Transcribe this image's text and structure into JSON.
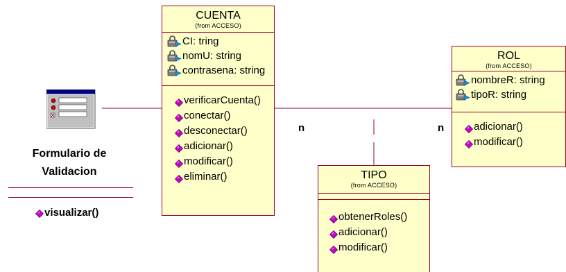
{
  "classes": {
    "cuenta": {
      "name": "CUENTA",
      "stereotype": "(from ACCESO)",
      "attributes": [
        "CI: tring",
        "nomU: string",
        "contrasena: string"
      ],
      "operations": [
        "verificarCuenta()",
        "conectar()",
        "desconectar()",
        "adicionar()",
        "modificar()",
        "eliminar()"
      ]
    },
    "rol": {
      "name": "ROL",
      "stereotype": "(from ACCESO)",
      "attributes": [
        "nombreR: string",
        "tipoR: string"
      ],
      "operations": [
        "adicionar()",
        "modificar()"
      ]
    },
    "tipo": {
      "name": "TIPO",
      "stereotype": "(from ACCESO)",
      "attributes": [],
      "operations": [
        "obtenerRoles()",
        "adicionar()",
        "modificar()"
      ]
    }
  },
  "boundary": {
    "name_line1": "Formulario de",
    "name_line2": "Validacion",
    "operations": [
      "visualizar()"
    ]
  },
  "multiplicities": {
    "cuenta_end": "n",
    "rol_end": "n"
  },
  "colors": {
    "class_fill": "#ffffc9",
    "class_border": "#990033",
    "operation_icon": "#cc00cc",
    "attribute_icon": "#808080",
    "attribute_icon_accent": "#1f8fd6"
  },
  "icons": {
    "attribute": "padlock-icon",
    "operation": "diamond-icon",
    "boundary": "form-icon"
  }
}
